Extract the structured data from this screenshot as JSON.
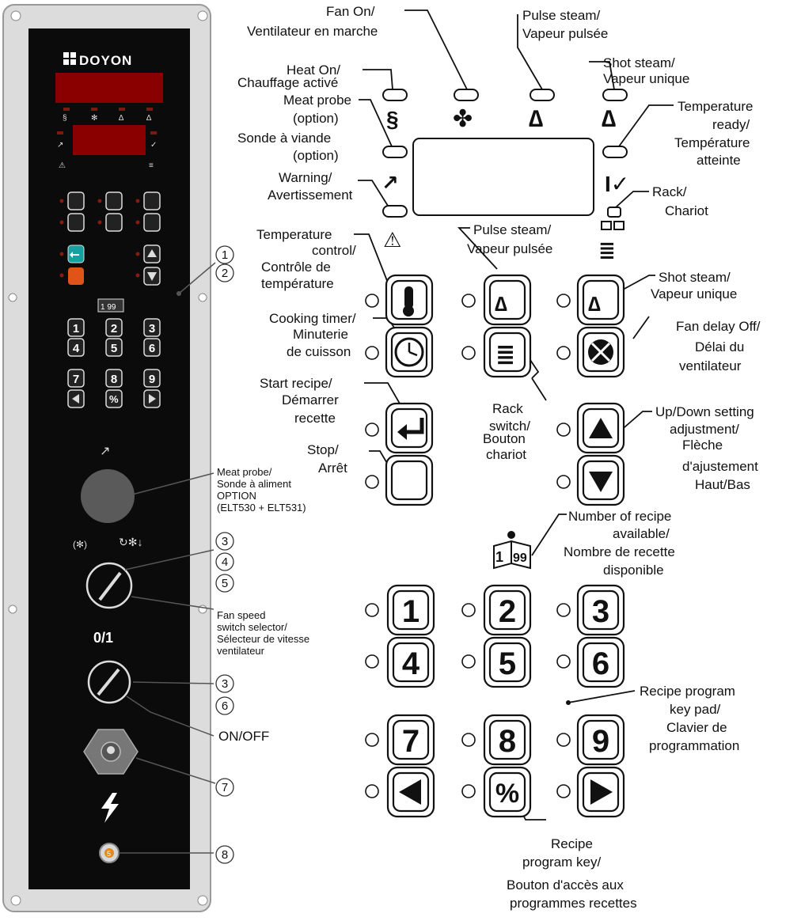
{
  "brand": "DOYON",
  "callouts": {
    "fan_on": [
      "Fan On/",
      "Ventilateur en marche"
    ],
    "pulse_steam_led": [
      "Pulse steam/",
      "Vapeur pulsée"
    ],
    "heat_on": [
      "Heat On/",
      "Chauffage activé"
    ],
    "shot_steam_led": [
      "Shot steam/",
      "Vapeur unique"
    ],
    "meat_probe": [
      "Meat probe",
      "(option)",
      "Sonde à viande",
      "(option)"
    ],
    "temp_ready": [
      "Temperature",
      "ready/",
      "Température",
      "atteinte"
    ],
    "warning": [
      "Warning/",
      "Avertissement"
    ],
    "rack": [
      "Rack/",
      "Chariot"
    ],
    "temp_control": [
      "Temperature",
      "control/",
      "Contrôle de",
      "température"
    ],
    "pulse_steam_key": [
      "Pulse steam/",
      "Vapeur pulsée"
    ],
    "shot_steam_key": [
      "Shot steam/",
      "Vapeur unique"
    ],
    "cooking_timer": [
      "Cooking timer/",
      "Minuterie",
      "de cuisson"
    ],
    "fan_delay": [
      "Fan delay Off/",
      "Délai du",
      "ventilateur"
    ],
    "start_recipe": [
      "Start recipe/",
      "Démarrer",
      "recette"
    ],
    "rack_switch": [
      "Rack",
      "switch/",
      "Bouton",
      "chariot"
    ],
    "up_down": [
      "Up/Down setting",
      "adjustment/",
      "Flèche",
      "d'ajustement",
      "Haut/Bas"
    ],
    "stop": [
      "Stop/",
      "Arrêt"
    ],
    "recipe_count": [
      "Number of recipe",
      "available/",
      "Nombre de recette",
      "disponible"
    ],
    "recipe_keypad": [
      "Recipe program",
      "key pad/",
      "Clavier de",
      "programmation"
    ],
    "recipe_key": [
      "Recipe",
      "program key/",
      "Bouton d'accès aux",
      "programmes recettes"
    ],
    "probe_socket": [
      "Meat probe/",
      "Sonde à aliment",
      "OPTION",
      "(ELT530 + ELT531)"
    ],
    "fan_speed": [
      "Fan speed",
      "switch selector/",
      "Sélecteur de vitesse",
      "ventilateur"
    ],
    "on_off": "ON/OFF"
  },
  "panel_labels": {
    "on_off_switch": "0/1"
  },
  "keypad": [
    "1",
    "2",
    "3",
    "4",
    "5",
    "6",
    "7",
    "8",
    "9"
  ],
  "recipe_range": [
    "1",
    "99"
  ],
  "recipe_key_symbol": "%",
  "refs": {
    "r1": "1",
    "r2": "2",
    "r3a": "3",
    "r4": "4",
    "r5": "5",
    "r3b": "3",
    "r6": "6",
    "r7": "7",
    "r8": "8",
    "fuse": "5"
  },
  "colors": {
    "panel": "#0b0b0b",
    "plate": "#dcdcdc",
    "display": "#8a0000",
    "start_key": "#16a0a0",
    "stop_key": "#e0541a"
  }
}
